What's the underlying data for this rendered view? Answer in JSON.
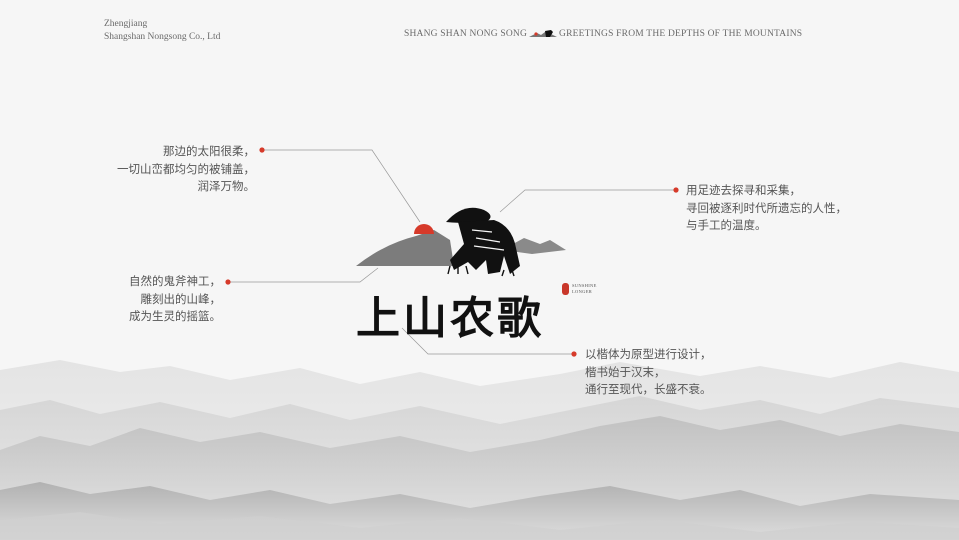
{
  "company": {
    "line1": "Zhengjiang",
    "line2": "Shangshan Nongsong Co., Ltd"
  },
  "tagline": {
    "left": "SHANG SHAN NONG SONG",
    "right": "GREETINGS FROM THE DEPTHS OF THE MOUNTAINS"
  },
  "logo": {
    "title": "上山农歌",
    "sub_line1": "SUNSHINE",
    "sub_line2": "LONGER"
  },
  "callouts": {
    "top_left": [
      "那边的太阳很柔，",
      "一切山峦都均匀的被铺盖，",
      "润泽万物。"
    ],
    "mid_left": [
      "自然的鬼斧神工，",
      "雕刻出的山峰，",
      "成为生灵的摇篮。"
    ],
    "top_right": [
      "用足迹去探寻和采集，",
      "寻回被逐利时代所遗忘的人性，",
      "与手工的温度。"
    ],
    "bottom_right": [
      "以楷体为原型进行设计，",
      "楷书始于汉末，",
      "通行至现代，长盛不衰。"
    ]
  },
  "colors": {
    "accent": "#d63a2a",
    "ink": "#111111",
    "text": "#555555",
    "background": "#f6f6f6"
  }
}
